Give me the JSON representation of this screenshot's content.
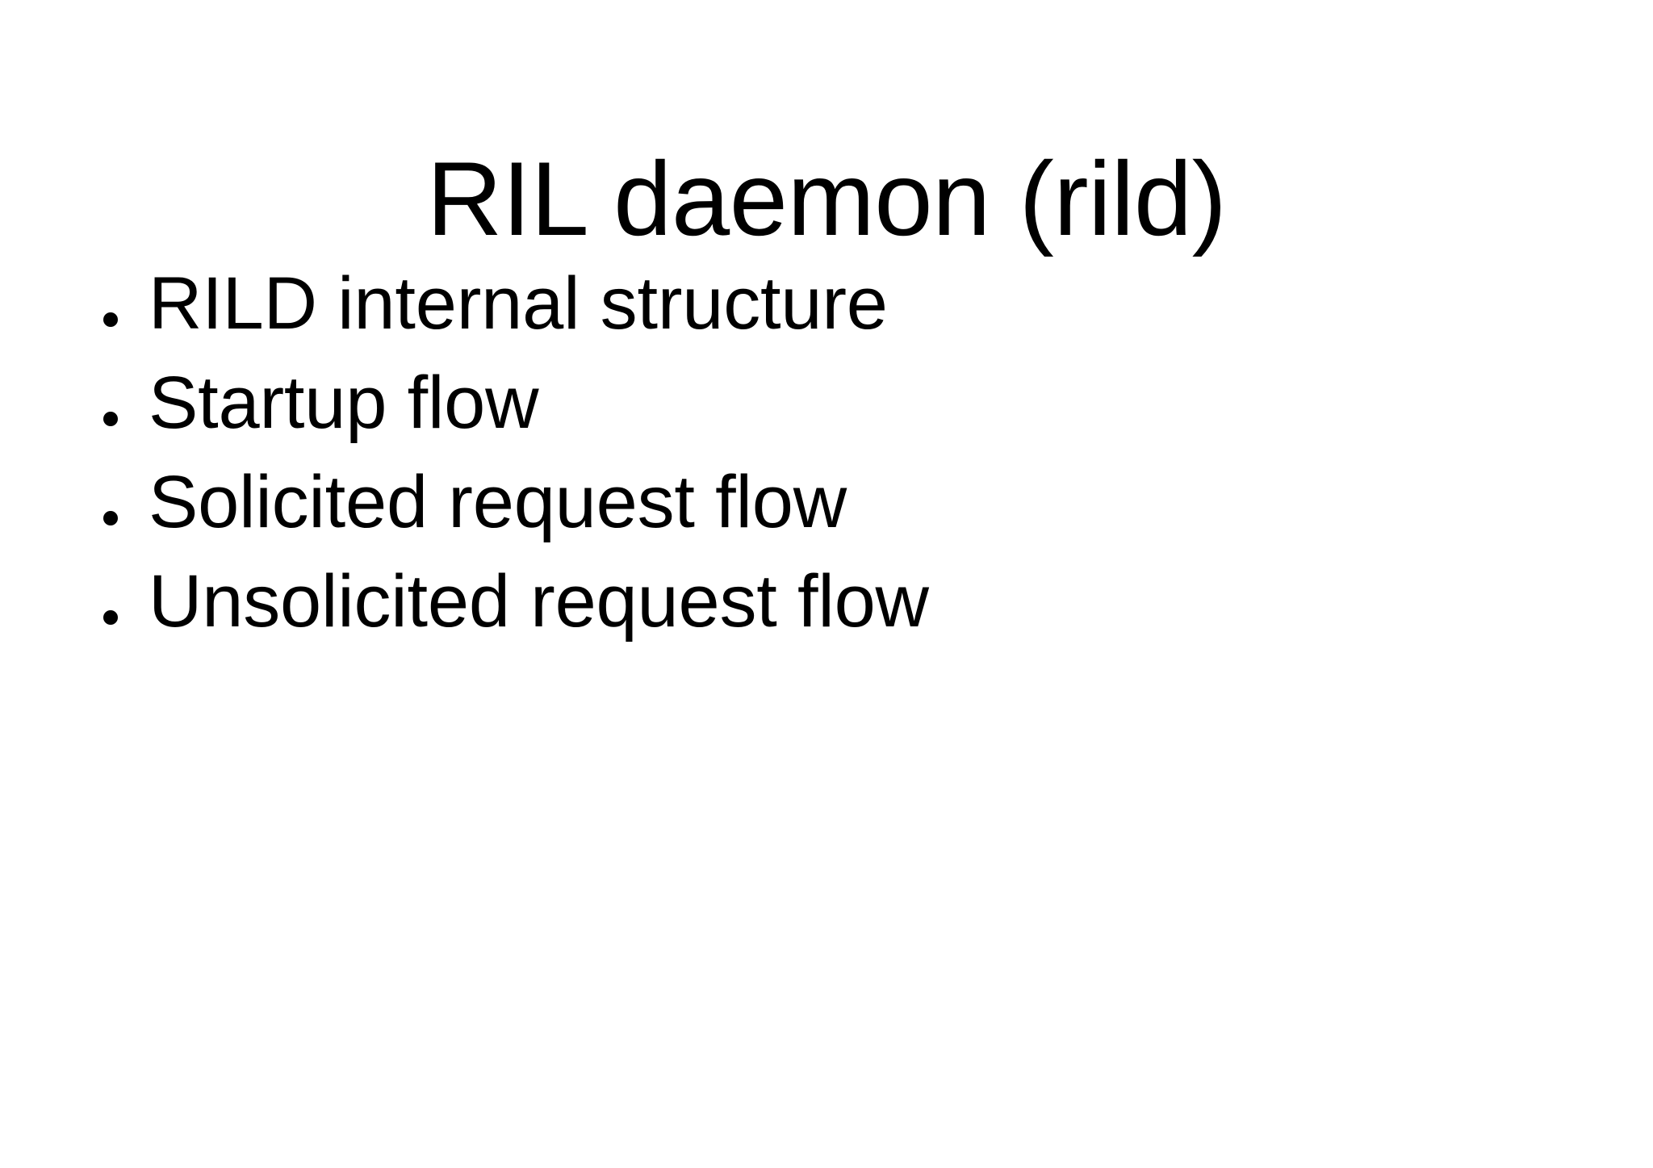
{
  "slide": {
    "background_color": "#ffffff",
    "text_color": "#000000",
    "title": "RIL daemon (rild)",
    "bullets": [
      {
        "marker": "bullet-dot",
        "text": "RILD internal structure"
      },
      {
        "marker": "bullet-dot",
        "text": "Startup flow"
      },
      {
        "marker": "bullet-dot",
        "text": "Solicited request flow"
      },
      {
        "marker": "bullet-dot",
        "text": "Unsolicited request flow"
      }
    ]
  }
}
